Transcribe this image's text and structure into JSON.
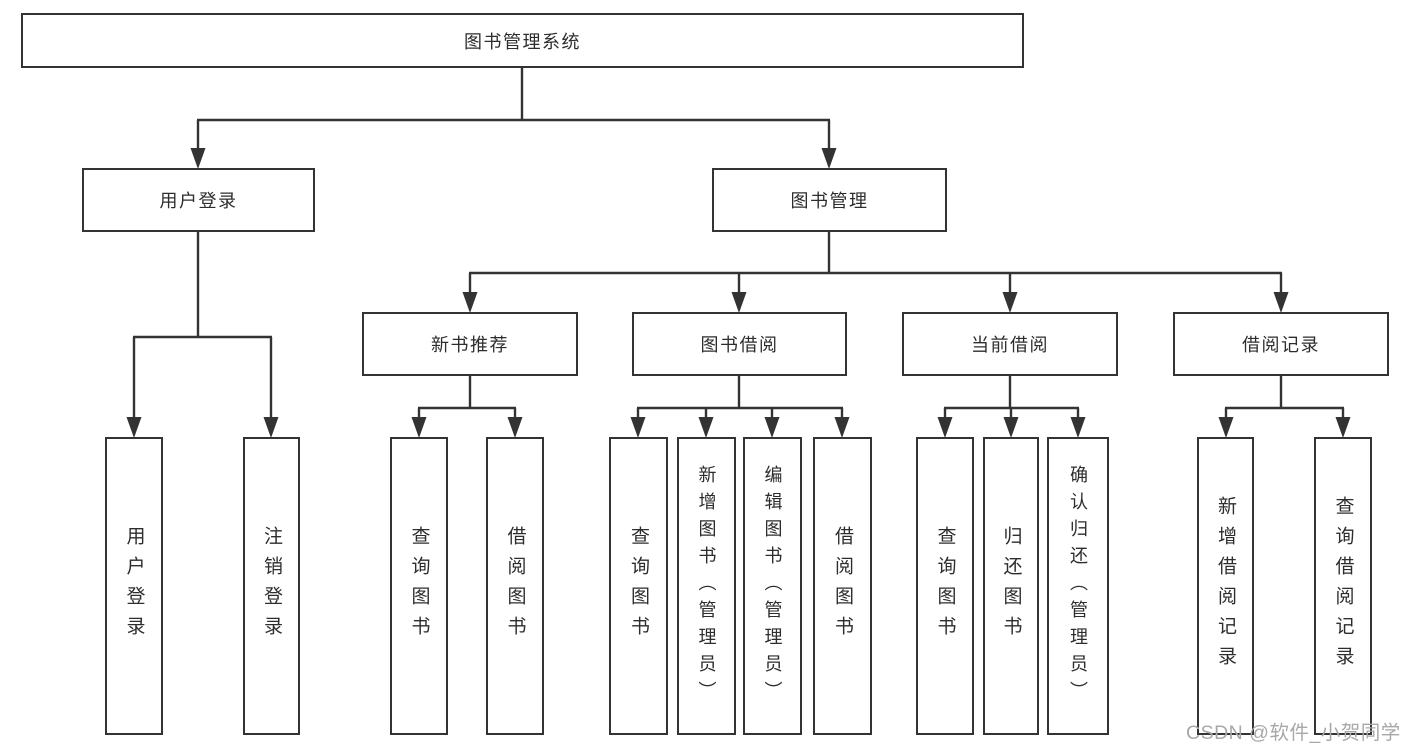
{
  "colors": {
    "background": "#ffffff",
    "line": "#333333",
    "box_border": "#333333",
    "text": "#2d2d2d",
    "watermark": "#a8a8a8"
  },
  "watermark": {
    "text": "CSDN @软件_小贺同学"
  },
  "nodes": {
    "root": {
      "label": "图书管理系统"
    },
    "user_login": {
      "label": "用户登录"
    },
    "book_management": {
      "label": "图书管理"
    },
    "new_book_recommend": {
      "label": "新书推荐"
    },
    "book_borrowing": {
      "label": "图书借阅"
    },
    "current_borrowing": {
      "label": "当前借阅"
    },
    "borrowing_records": {
      "label": "借阅记录"
    },
    "login_user_login": {
      "label": "用户登录"
    },
    "login_logout": {
      "label": "注销登录"
    },
    "rec_query_books": {
      "label": "查询图书"
    },
    "rec_borrow_books": {
      "label": "借阅图书"
    },
    "borrow_query_books": {
      "label": "查询图书"
    },
    "borrow_add_books": {
      "label": "新增图书（管理员）"
    },
    "borrow_edit_books": {
      "label": "编辑图书（管理员）"
    },
    "borrow_borrow_books": {
      "label": "借阅图书"
    },
    "current_query_books": {
      "label": "查询图书"
    },
    "current_return_books": {
      "label": "归还图书"
    },
    "current_confirm_return": {
      "label": "确认归还（管理员）"
    },
    "records_add_record": {
      "label": "新增借阅记录"
    },
    "records_query_record": {
      "label": "查询借阅记录"
    }
  }
}
